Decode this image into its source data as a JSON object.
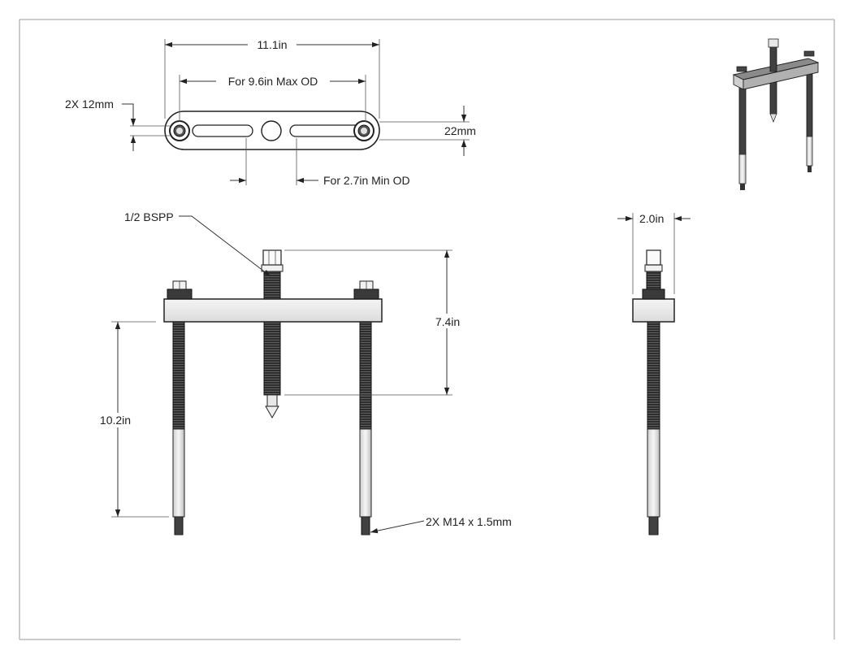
{
  "labels": {
    "overall_length": "11.1in",
    "max_od": "For 9.6in Max OD",
    "hole_dia": "2X 12mm",
    "bar_width": "22mm",
    "min_od": "For 2.7in Min OD",
    "thread_spec": "1/2 BSPP",
    "screw_stroke": "7.4in",
    "leg_length": "10.2in",
    "leg_thread": "2X M14 x 1.5mm",
    "side_width": "2.0in"
  }
}
